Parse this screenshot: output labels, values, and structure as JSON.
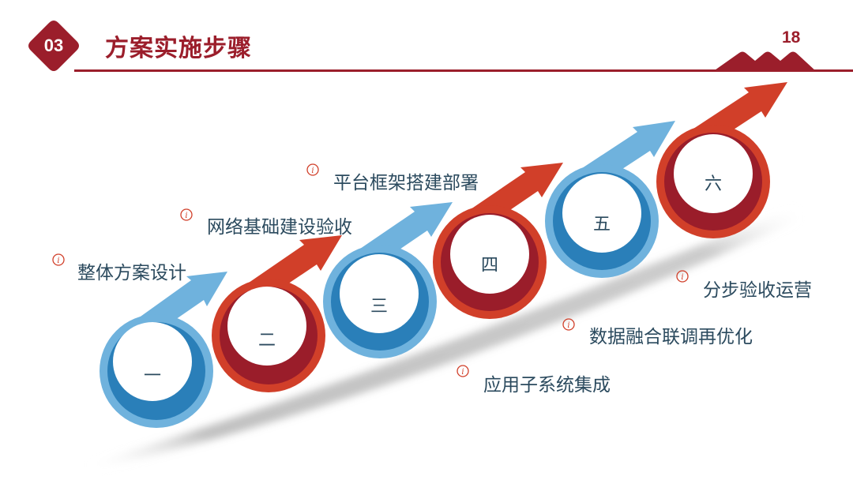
{
  "header": {
    "section_number": "03",
    "title": "方案实施步骤",
    "page_number": "18"
  },
  "colors": {
    "brand_red": "#9b1e2b",
    "orange_red": "#d13f29",
    "dark_red": "#9a1d2a",
    "light_blue": "#6fb2dd",
    "mid_blue": "#2a7fb9",
    "text": "#2b4a5e"
  },
  "steps": [
    {
      "numeral": "一",
      "label": "整体方案设计",
      "color": "blue",
      "icon": "info-icon"
    },
    {
      "numeral": "二",
      "label": "网络基础建设验收",
      "color": "red",
      "icon": "info-icon"
    },
    {
      "numeral": "三",
      "label": "平台框架搭建部署",
      "color": "blue",
      "icon": "info-icon"
    },
    {
      "numeral": "四",
      "label": "应用子系统集成",
      "color": "red",
      "icon": "info-icon"
    },
    {
      "numeral": "五",
      "label": "数据融合联调再优化",
      "color": "blue",
      "icon": "info-icon"
    },
    {
      "numeral": "六",
      "label": "分步验收运营",
      "color": "red",
      "icon": "info-icon"
    }
  ]
}
